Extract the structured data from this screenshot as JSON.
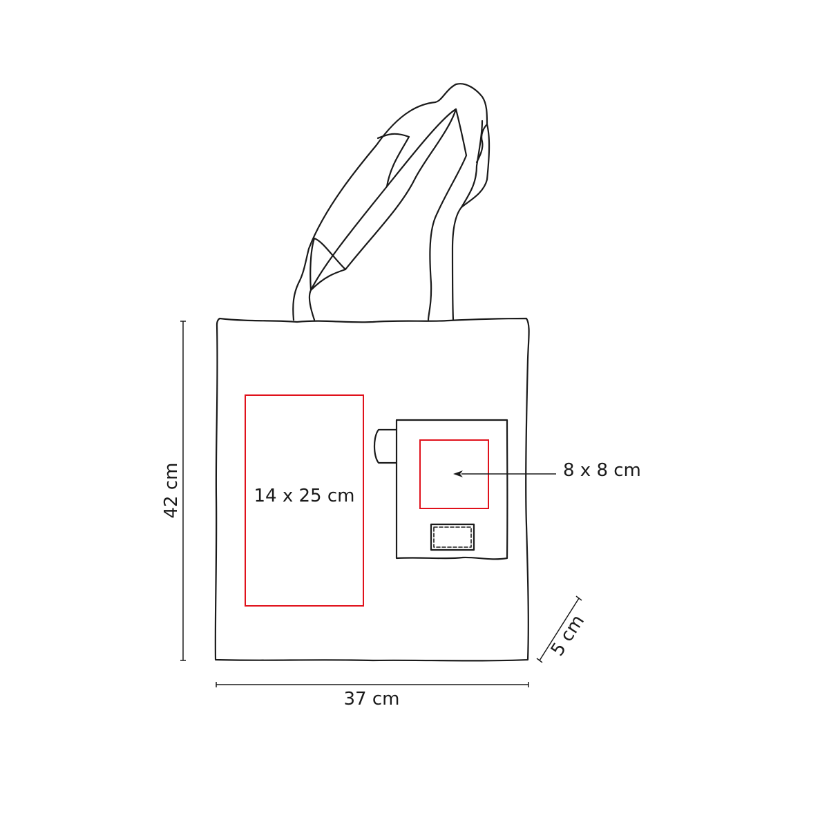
{
  "diagram": {
    "subject": "Tote bag with front pocket",
    "colors": {
      "outline": "#1a1a1a",
      "print_area": "#e0111b",
      "background": "#ffffff"
    },
    "dimensions": {
      "height": "42 cm",
      "width": "37 cm",
      "depth": "5 cm"
    },
    "print_areas": [
      {
        "label": "14 x 25 cm",
        "location": "bag front, left"
      },
      {
        "label": "8 x 8 cm",
        "location": "front pocket"
      }
    ]
  }
}
